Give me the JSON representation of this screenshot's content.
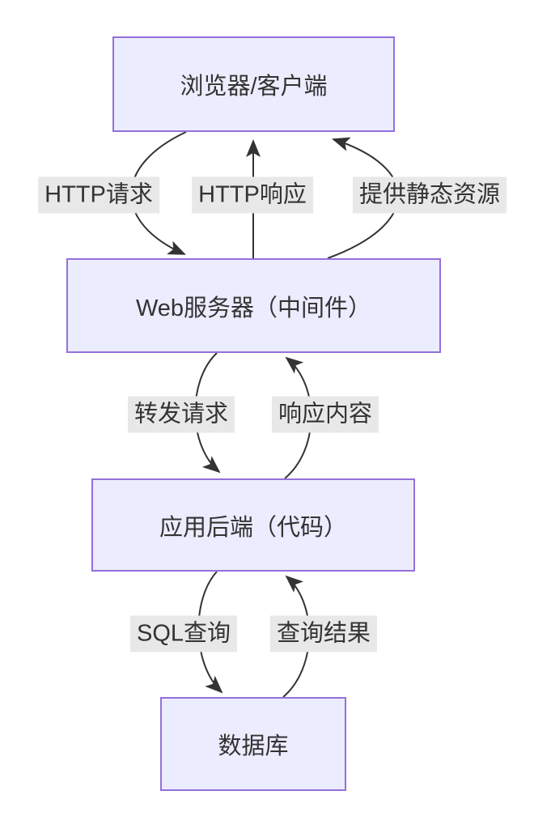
{
  "diagram": {
    "type": "flowchart",
    "direction": "top-down",
    "nodes": [
      {
        "id": "browser",
        "label": "浏览器/客户端"
      },
      {
        "id": "webserver",
        "label": "Web服务器（中间件）"
      },
      {
        "id": "backend",
        "label": "应用后端（代码）"
      },
      {
        "id": "database",
        "label": "数据库"
      }
    ],
    "edges": [
      {
        "from": "browser",
        "to": "webserver",
        "label": "HTTP请求"
      },
      {
        "from": "webserver",
        "to": "browser",
        "label": "HTTP响应"
      },
      {
        "from": "webserver",
        "to": "browser",
        "label": "提供静态资源"
      },
      {
        "from": "webserver",
        "to": "backend",
        "label": "转发请求"
      },
      {
        "from": "backend",
        "to": "webserver",
        "label": "响应内容"
      },
      {
        "from": "backend",
        "to": "database",
        "label": "SQL查询"
      },
      {
        "from": "database",
        "to": "backend",
        "label": "查询结果"
      }
    ],
    "colors": {
      "node_fill": "#ECECFF",
      "node_border": "#9370DB",
      "edge_stroke": "#333333",
      "label_bg": "#e8e8e8",
      "text": "#333333",
      "background": "#ffffff"
    }
  }
}
